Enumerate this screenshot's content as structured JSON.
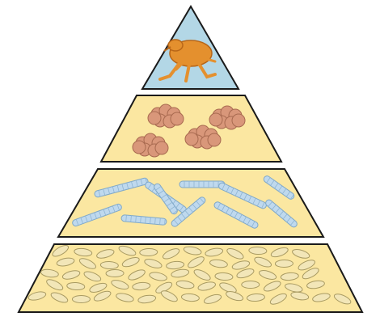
{
  "pyramid": {
    "tiers": [
      {
        "id": "apex",
        "icon": "flea-icon",
        "fill": "#b3d7e6"
      },
      {
        "id": "tier-2",
        "icon": "egg-cluster-icon",
        "fill": "#fbe7a1"
      },
      {
        "id": "tier-3",
        "icon": "larva-icon",
        "fill": "#fbe7a1"
      },
      {
        "id": "base",
        "icon": "grain-icon",
        "fill": "#fbe7a1"
      }
    ],
    "outline_color": "#1a1a1a",
    "flea_color": "#e4902e",
    "clump_color": "#d9977a",
    "larva_color": "#bfd9ee",
    "grain_color": "#f2e6b8"
  }
}
